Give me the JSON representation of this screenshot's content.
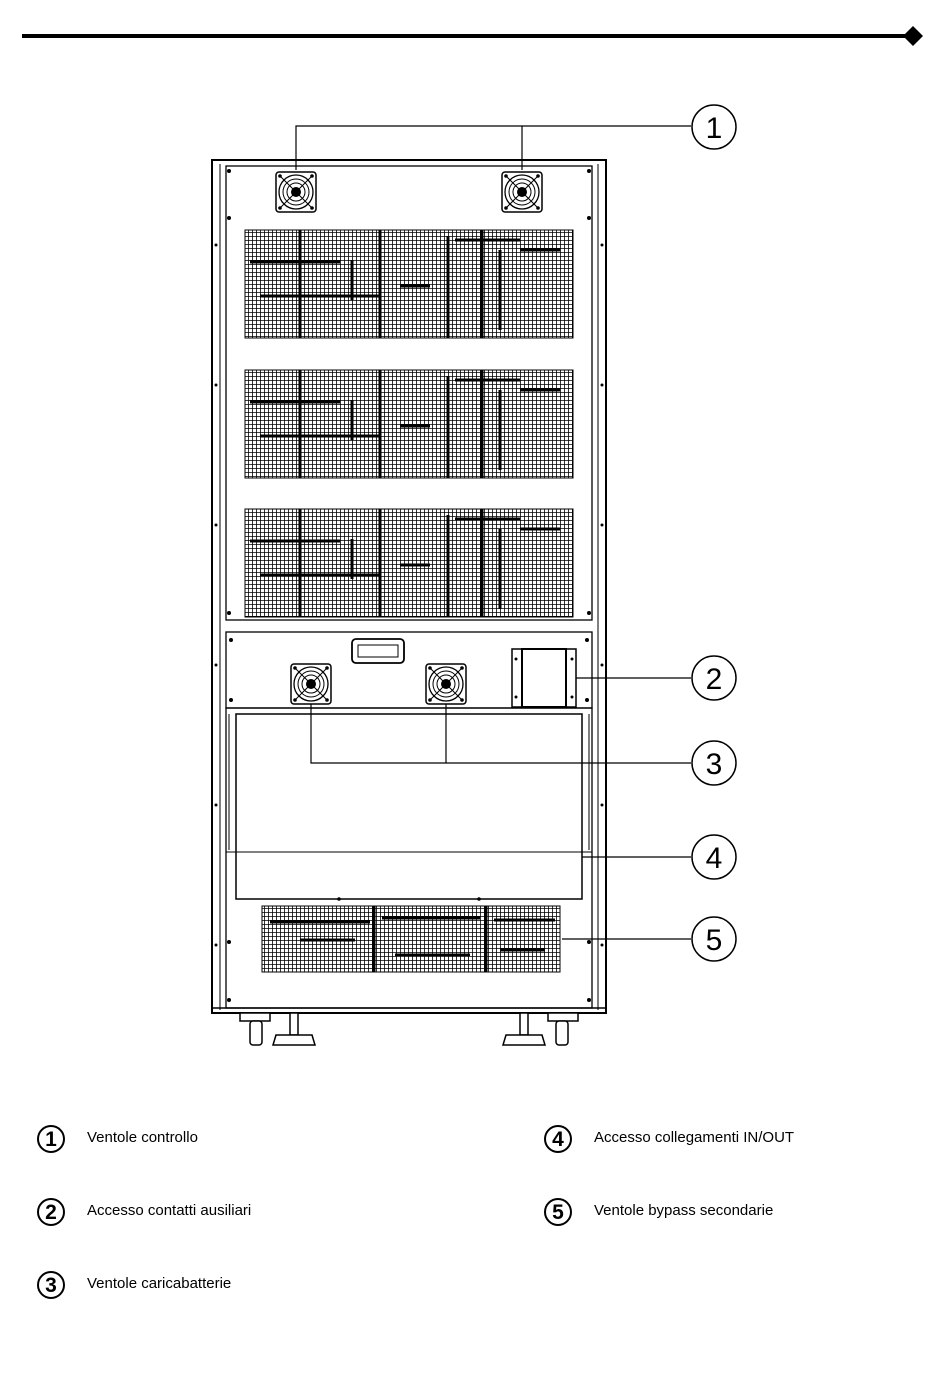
{
  "callouts": [
    {
      "number": "1",
      "description": "Ventole controllo"
    },
    {
      "number": "2",
      "description": "Accesso contatti ausiliari"
    },
    {
      "number": "3",
      "description": "Ventole caricabatterie"
    },
    {
      "number": "4",
      "description": "Accesso collegamenti IN/OUT"
    },
    {
      "number": "5",
      "description": "Ventole bypass secondarie"
    }
  ]
}
